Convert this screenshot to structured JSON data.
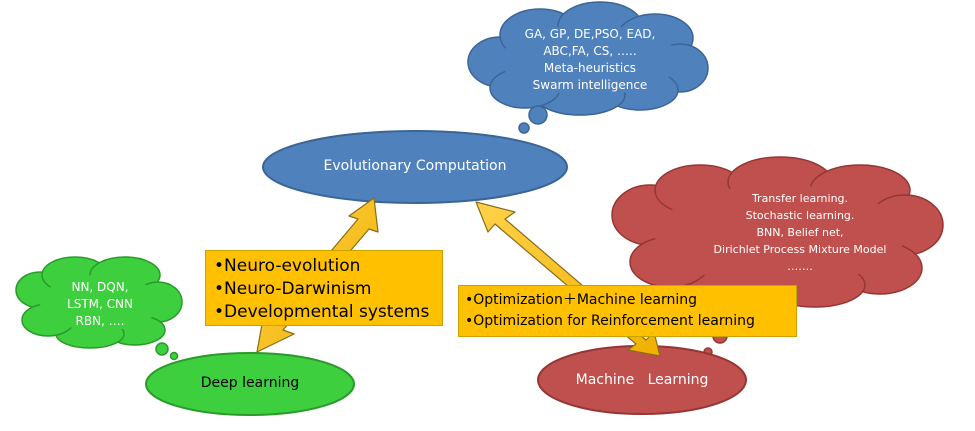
{
  "nodes": {
    "evolutionary": {
      "label": "Evolutionary Computation",
      "color": "#4f81bd"
    },
    "deep": {
      "label": "Deep learning",
      "color": "#3ecf3e"
    },
    "machine": {
      "label": "Machine   Learning",
      "color": "#c0504d"
    }
  },
  "clouds": {
    "ec_methods": {
      "color": "#4f81bd",
      "lines": [
        "GA, GP, DE,PSO, EAD,",
        "ABC,FA, CS,  …..",
        "Meta-heuristics",
        "Swarm intelligence"
      ]
    },
    "dl_models": {
      "color": "#3ecf3e",
      "lines": [
        "NN, DQN,",
        "LSTM, CNN",
        "RBN,  …."
      ]
    },
    "ml_methods": {
      "color": "#c0504d",
      "lines": [
        "Transfer learning.",
        "Stochastic learning.",
        "BNN,     Belief net,",
        "Dirichlet Process Mixture Model",
        "……."
      ]
    }
  },
  "boxes": {
    "neuro": {
      "color": "#ffc000",
      "items": [
        "Neuro-evolution",
        "Neuro-Darwinism",
        "Developmental systems"
      ]
    },
    "optimization": {
      "color": "#ffc000",
      "items": [
        "Optimization＋Machine learning",
        "Optimization for Reinforcement learning"
      ]
    }
  },
  "arrow_color": "#ffc000"
}
